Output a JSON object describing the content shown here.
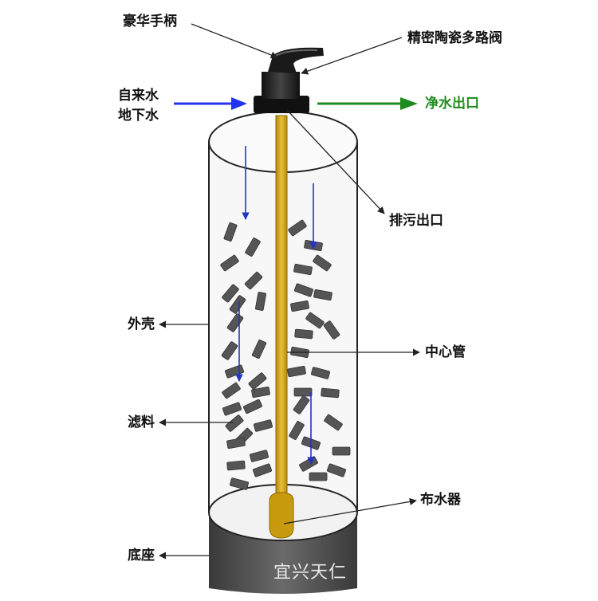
{
  "labels": {
    "handle": "豪华手柄",
    "valve": "精密陶瓷多路阀",
    "inlet_line1": "自来水",
    "inlet_line2": "地下水",
    "outlet": "净水出口",
    "drain": "排污出口",
    "shell": "外壳",
    "center_pipe": "中心管",
    "media": "滤料",
    "distributor": "布水器",
    "base": "底座"
  },
  "watermark": "宜兴天仁",
  "colors": {
    "inlet_arrow": "#2233ee",
    "outlet_arrow": "#1e8b1e",
    "pipe": "#d4a516",
    "media": "#555555",
    "base": "#505050",
    "down_flow": "#2233cc",
    "up_flow": "#1e8b1e"
  }
}
